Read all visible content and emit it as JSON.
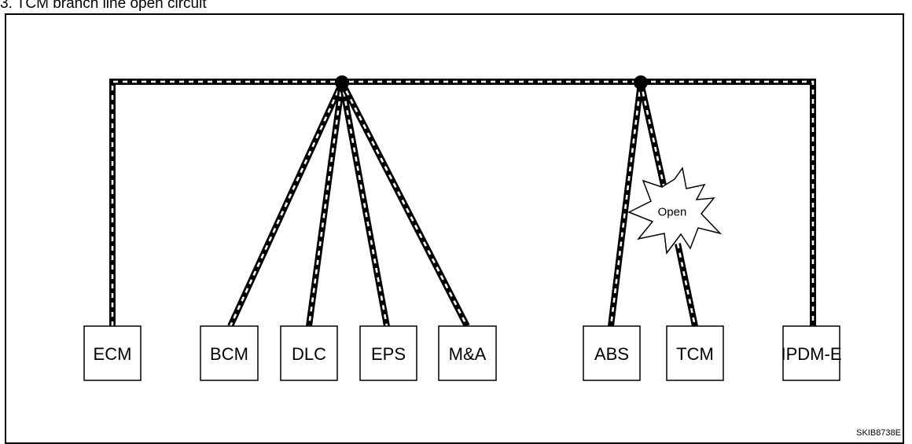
{
  "title": "3. TCM branch line open circuit",
  "units": [
    {
      "id": "ecm",
      "label": "ECM"
    },
    {
      "id": "bcm",
      "label": "BCM"
    },
    {
      "id": "dlc",
      "label": "DLC"
    },
    {
      "id": "eps",
      "label": "EPS"
    },
    {
      "id": "ma",
      "label": "M&A"
    },
    {
      "id": "abs",
      "label": "ABS"
    },
    {
      "id": "tcm",
      "label": "TCM"
    },
    {
      "id": "ipdm",
      "label": "IPDM-E"
    }
  ],
  "fault": {
    "label": "Open",
    "branch": "TCM"
  },
  "diagram_id": "SKIB8738E"
}
